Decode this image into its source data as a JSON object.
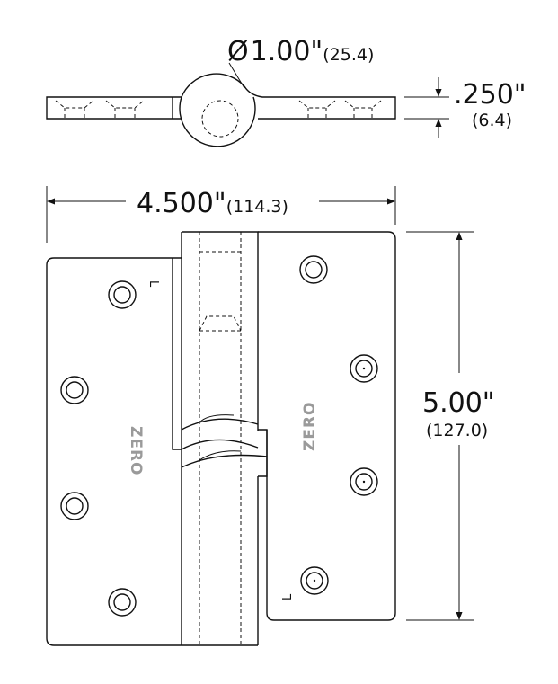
{
  "dimensions": {
    "pin_diameter": {
      "symbol": "Ø",
      "imperial": "1.00\"",
      "metric": "(25.4)"
    },
    "leaf_thickness": {
      "imperial": ".250\"",
      "metric": "(6.4)"
    },
    "width": {
      "imperial": "4.500\"",
      "metric": "(114.3)"
    },
    "height": {
      "imperial": "5.00\"",
      "metric": "(127.0)"
    }
  },
  "labels": {
    "brand_left": "ZERO",
    "brand_right": "ZERO",
    "hand_left": "L",
    "hand_right": "L"
  }
}
